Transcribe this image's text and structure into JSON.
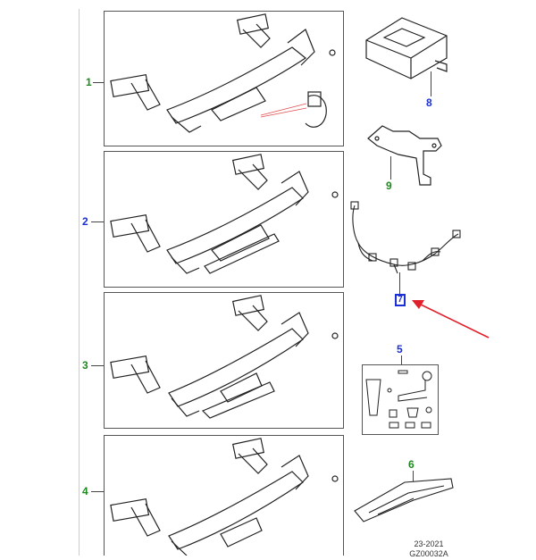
{
  "callouts": {
    "c1": "1",
    "c2": "2",
    "c3": "3",
    "c4": "4",
    "c5": "5",
    "c6": "6",
    "c7": "7",
    "c8": "8",
    "c9": "9"
  },
  "colors": {
    "green": "#1e8a1e",
    "blue": "#1a2fd6",
    "arrow": "#e0202a"
  },
  "footer": {
    "date": "23-2021",
    "code": "GZ00032A"
  }
}
